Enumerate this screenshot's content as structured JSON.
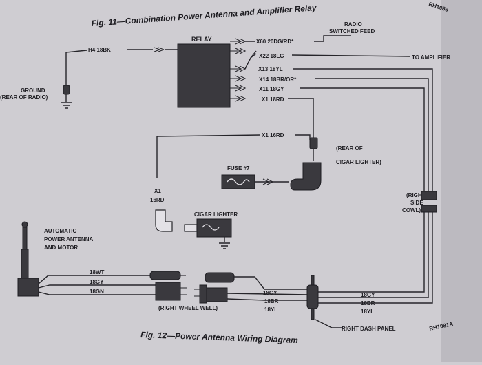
{
  "corner_top": "RH1086",
  "corner_right": "RH1081A",
  "fig11_title": "Fig. 11—Combination Power Antenna and Amplifier Relay",
  "fig12_title": "Fig. 12—Power Antenna Wiring Diagram",
  "relay_label": "RELAY",
  "radio_switched_feed": [
    "RADIO",
    "SWITCHED FEED"
  ],
  "to_amplifier": "TO AMPLIFIER",
  "ground_label": [
    "GROUND",
    "(REAR OF RADIO)"
  ],
  "h4_wire": "H4 18BK",
  "relay_wires": [
    "X60 20DG/RD*",
    "X22 18LG",
    "X13 18YL",
    "X14 18BR/OR*",
    "X11 18GY",
    "X1 18RD"
  ],
  "x1_16rd": "X1 16RD",
  "x1_side": [
    "X1",
    "16RD"
  ],
  "rear_cigar": [
    "(REAR OF",
    "CIGAR LIGHTER)"
  ],
  "fuse_label": "FUSE #7",
  "cigar_lighter": "CIGAR LIGHTER",
  "right_side_cowl": [
    "(RIGHT",
    "SIDE",
    "COWL)"
  ],
  "antenna_label": [
    "AUTOMATIC",
    "POWER ANTENNA",
    "AND MOTOR"
  ],
  "motor_wires": [
    "18WT",
    "18GY",
    "18GN"
  ],
  "wheel_well": "(RIGHT WHEEL WELL)",
  "mid_wires": [
    "18GY",
    "18BR",
    "18YL"
  ],
  "right_wires": [
    "18GY",
    "18BR",
    "18YL"
  ],
  "dash_panel": "RIGHT DASH PANEL"
}
